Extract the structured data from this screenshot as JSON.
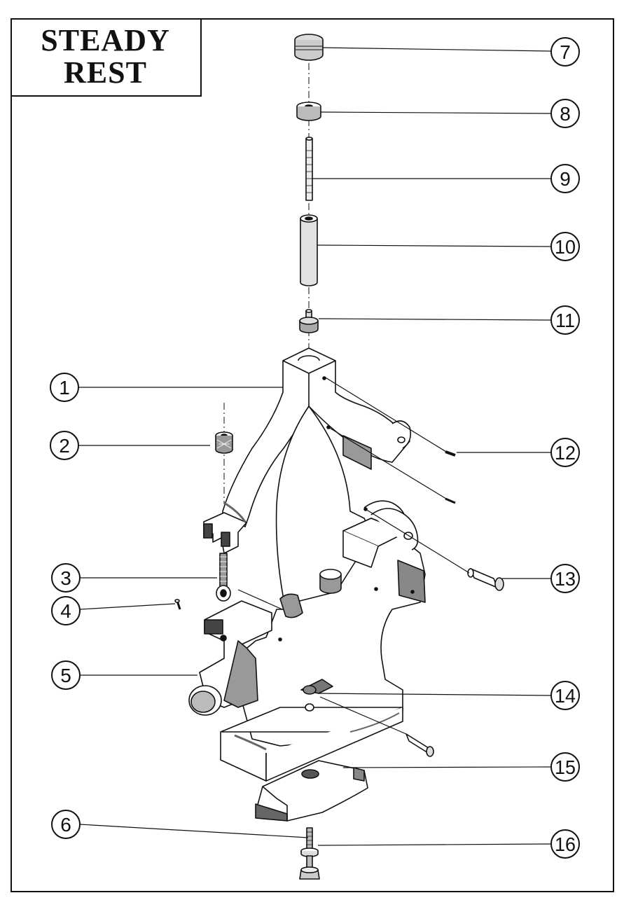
{
  "title": {
    "line1": "STEADY",
    "line2": "REST"
  },
  "callouts": [
    {
      "num": "1"
    },
    {
      "num": "2"
    },
    {
      "num": "3"
    },
    {
      "num": "4"
    },
    {
      "num": "5"
    },
    {
      "num": "6"
    },
    {
      "num": "7"
    },
    {
      "num": "8"
    },
    {
      "num": "9"
    },
    {
      "num": "10"
    },
    {
      "num": "11"
    },
    {
      "num": "12"
    },
    {
      "num": "13"
    },
    {
      "num": "14"
    },
    {
      "num": "15"
    },
    {
      "num": "16"
    }
  ]
}
